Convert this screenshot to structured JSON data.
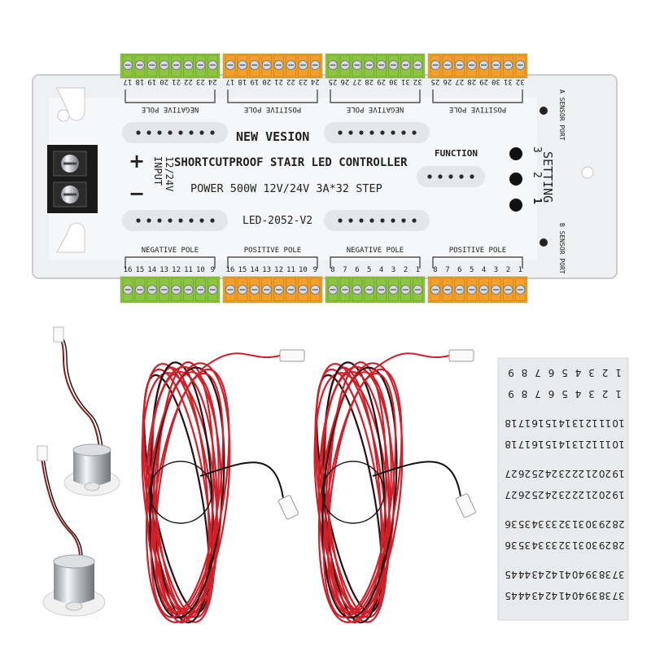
{
  "controller": {
    "top_labels": [
      "NEGATIVE POLE",
      "POSITIVE POLE",
      "NEGATIVE POLE",
      "POSITIVE POLE"
    ],
    "bottom_labels": [
      "NEGATIVE POLE",
      "POSITIVE POLE",
      "NEGATIVE POLE",
      "POSITIVE POLE"
    ],
    "top_numbers": [
      [
        "17",
        "18",
        "19",
        "20",
        "21",
        "22",
        "23",
        "24"
      ],
      [
        "17",
        "18",
        "19",
        "20",
        "21",
        "22",
        "23",
        "24"
      ],
      [
        "25",
        "26",
        "27",
        "28",
        "29",
        "30",
        "31",
        "32"
      ],
      [
        "25",
        "26",
        "27",
        "28",
        "29",
        "30",
        "31",
        "32"
      ]
    ],
    "bottom_numbers": [
      [
        "16",
        "15",
        "14",
        "13",
        "12",
        "11",
        "10",
        "9"
      ],
      [
        "16",
        "15",
        "14",
        "13",
        "12",
        "11",
        "10",
        "9"
      ],
      [
        "8",
        "7",
        "6",
        "5",
        "4",
        "3",
        "2",
        "1"
      ],
      [
        "8",
        "7",
        "6",
        "5",
        "4",
        "3",
        "2",
        "1"
      ]
    ],
    "new_version": "NEW VESION",
    "title": "SHORTCUTPROOF STAIR LED CONTROLLER",
    "power": "POWER 500W 12V/24V 3A*32 STEP",
    "model": "LED-2052-V2",
    "input_label": "INPUT",
    "input_voltage": "12/24V",
    "plus": "+",
    "minus": "−",
    "function": "FUNCTION",
    "setting": "SETTING",
    "setting_numbers": [
      "1",
      "2",
      "3"
    ],
    "a_sensor": "A SENSOR PORT",
    "b_sensor": "B SENSOR PORT"
  },
  "sticker_sheet": {
    "columns": [
      [
        "1",
        "10",
        "19",
        "28",
        "37"
      ],
      [
        "2",
        "11",
        "20",
        "29",
        "38"
      ],
      [
        "3",
        "12",
        "21",
        "30",
        "39"
      ],
      [
        "4",
        "13",
        "22",
        "31",
        "40"
      ],
      [
        "5",
        "14",
        "23",
        "32",
        "41"
      ],
      [
        "6",
        "15",
        "24",
        "33",
        "42"
      ],
      [
        "7",
        "16",
        "25",
        "34",
        "43"
      ],
      [
        "8",
        "17",
        "26",
        "35",
        "44"
      ],
      [
        "9",
        "18",
        "27",
        "36",
        "45"
      ]
    ]
  },
  "colors": {
    "terminal_green": "#8cc63f",
    "terminal_orange": "#f4a028",
    "wire_red": "#d0202a",
    "board": "#f2f2f2"
  }
}
